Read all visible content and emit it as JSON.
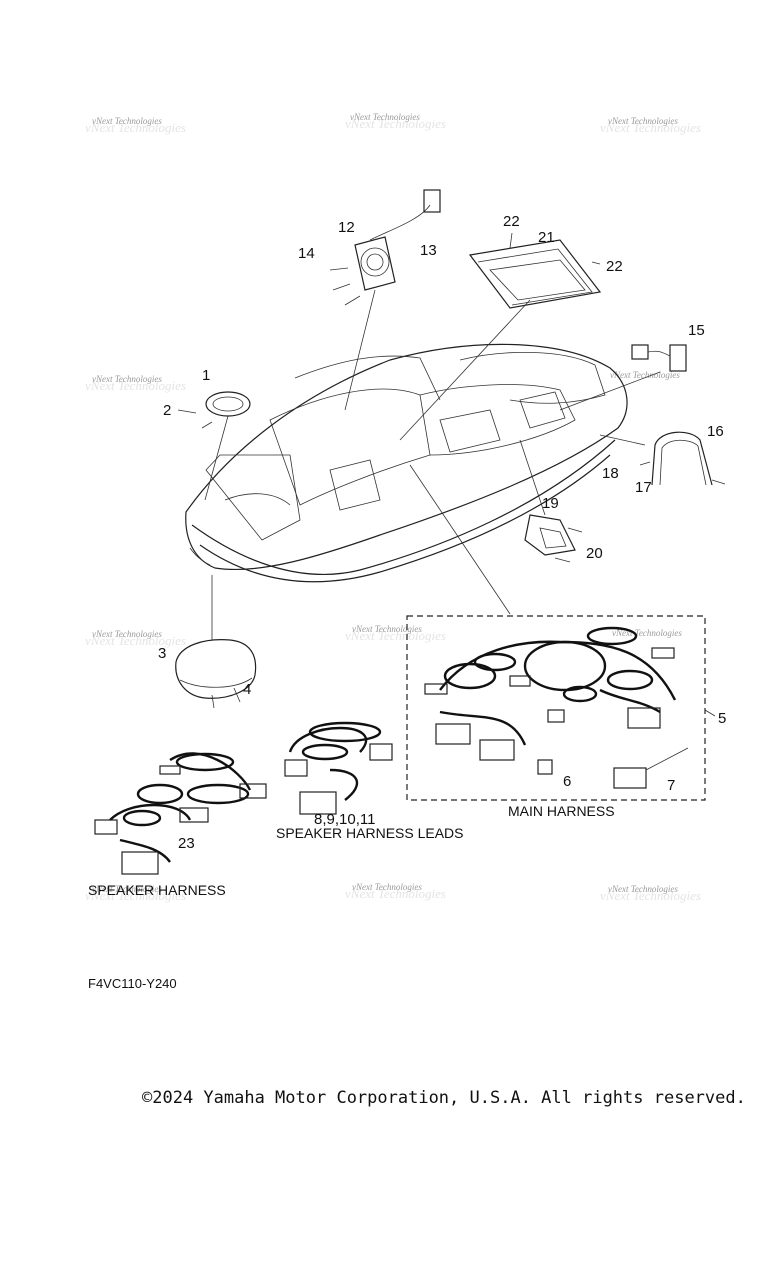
{
  "watermark": "vNext Technologies",
  "callouts": [
    "1",
    "2",
    "3",
    "4",
    "5",
    "6",
    "7",
    "8,9,10,11",
    "12",
    "13",
    "14",
    "15",
    "16",
    "17",
    "18",
    "19",
    "20",
    "21",
    "22",
    "22",
    "23"
  ],
  "captions": {
    "main_harness": "MAIN HARNESS",
    "speaker_leads": "SPEAKER HARNESS LEADS",
    "speaker_harness": "SPEAKER HARNESS"
  },
  "diagram_code": "F4VC110-Y240",
  "copyright": "©2024 Yamaha Motor Corporation, U.S.A. All rights reserved."
}
